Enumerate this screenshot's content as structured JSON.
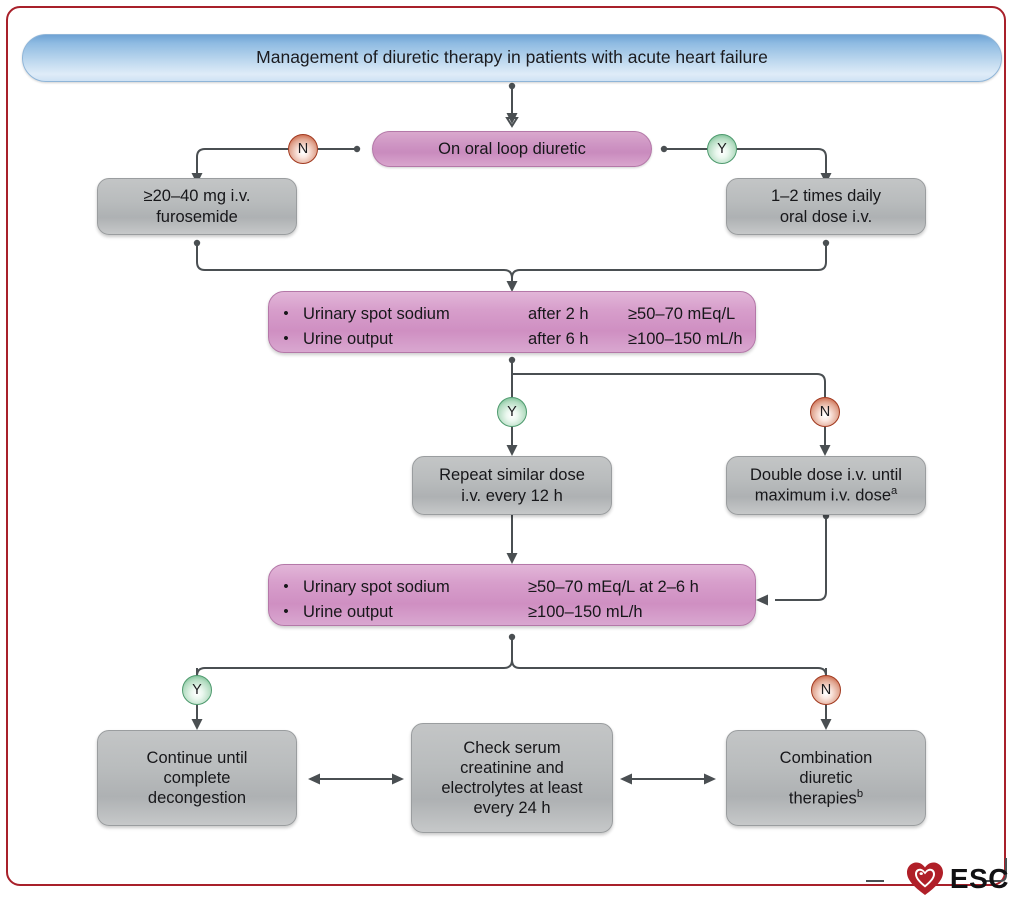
{
  "frame": {
    "accent_color": "#a8202a"
  },
  "title": {
    "text": "Management of diuretic therapy in patients with acute heart failure"
  },
  "decision": {
    "text": "On oral loop diuretic",
    "no_label": "N",
    "yes_label": "Y"
  },
  "branch_boxes": {
    "left": {
      "line1": "≥20–40 mg i.v.",
      "line2": "furosemide"
    },
    "right": {
      "line1": "1–2 times daily",
      "line2": "oral dose i.v."
    }
  },
  "criteria_1": {
    "bullet": "•",
    "rows": [
      {
        "label": "Urinary spot sodium",
        "timing": "after 2 h",
        "value": "≥50–70 mEq/L"
      },
      {
        "label": "Urine output",
        "timing": "after 6 h",
        "value": "≥100–150 mL/h"
      }
    ]
  },
  "branch_2": {
    "yes_label": "Y",
    "no_label": "N",
    "yes_box": {
      "line1": "Repeat similar dose",
      "line2": "i.v. every 12 h"
    },
    "no_box": {
      "line1": "Double dose i.v. until",
      "line2": "maximum i.v. dose",
      "superscript": "a"
    }
  },
  "criteria_2": {
    "bullet": "•",
    "rows": [
      {
        "label": "Urinary spot sodium",
        "value": "≥50–70 mEq/L at 2–6 h"
      },
      {
        "label": "Urine output",
        "value": "≥100–150 mL/h"
      }
    ]
  },
  "outcomes": {
    "yes_label": "Y",
    "no_label": "N",
    "left": {
      "line1": "Continue until",
      "line2": "complete",
      "line3": "decongestion"
    },
    "middle": {
      "line1": "Check serum",
      "line2": "creatinine and",
      "line3": "electrolytes at least",
      "line4": "every 24 h"
    },
    "right": {
      "line1": "Combination",
      "line2": "diuretic",
      "line3": "therapies",
      "superscript": "b"
    }
  },
  "logo": {
    "text": "ESC",
    "heart_color": "#b01f28",
    "icon": "esc-heart-icon"
  }
}
